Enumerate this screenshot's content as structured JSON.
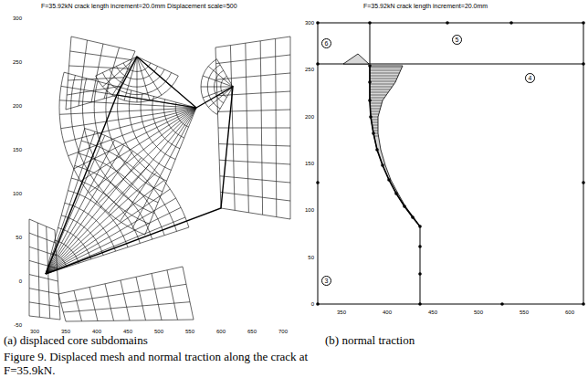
{
  "diagram": {
    "caption": "Figure 9. Displaced mesh and normal traction along the crack at F=35.9kN.",
    "nodes": [
      {
        "text": [
          "6"
        ]
      },
      {
        "text": [
          "5"
        ]
      },
      {
        "text": [
          "4"
        ]
      },
      {
        "text": [
          "3"
        ]
      }
    ],
    "labels": [
      "F=35.92kN    crack length increment=20.0mm    Displacement scale=500",
      "300",
      "250",
      "200",
      "150",
      "100",
      "50",
      "0",
      "-50",
      "300",
      "350",
      "400",
      "450",
      "500",
      "550",
      "600",
      "650",
      "700",
      "F=35.92kN    crack length increment=20.0mm",
      "300",
      "250",
      "200",
      "150",
      "100",
      "50",
      "0",
      "350",
      "400",
      "450",
      "500",
      "550",
      "600",
      "(a) displaced core subdomains",
      "(b) normal traction"
    ]
  }
}
